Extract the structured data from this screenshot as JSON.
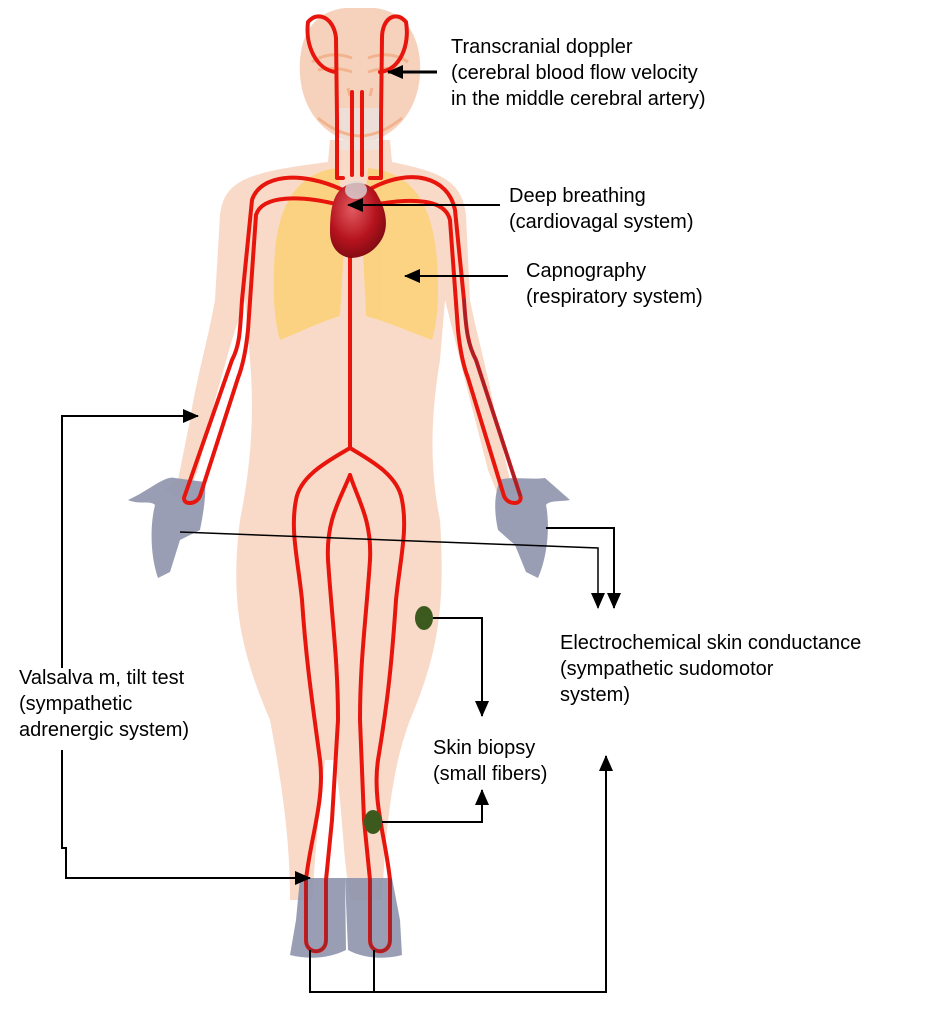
{
  "labels": {
    "transcranial": [
      "Transcranial doppler",
      "(cerebral blood flow velocity",
      "in the middle cerebral artery)"
    ],
    "deep_breathing": [
      "Deep breathing",
      "(cardiovagal system)"
    ],
    "capnography": [
      "Capnography",
      "(respiratory system)"
    ],
    "electrochemical": [
      "Electrochemical skin conductance",
      "(sympathetic sudomotor",
      "system)"
    ],
    "valsalva": [
      "Valsalva m, tilt test",
      "(sympathetic",
      "adrenergic system)"
    ],
    "skin_biopsy": [
      "Skin biopsy",
      "(small fibers)"
    ]
  },
  "colors": {
    "skin": "#f9dac8",
    "skin_head": "#f6d2bd",
    "vessel": "#e8150d",
    "vessel_dark": "#a82028",
    "lung": "#fcd27a",
    "heart": "#b5131d",
    "hand": "#8e94ad",
    "electrode": "#3d5a1e",
    "line": "#000000"
  }
}
